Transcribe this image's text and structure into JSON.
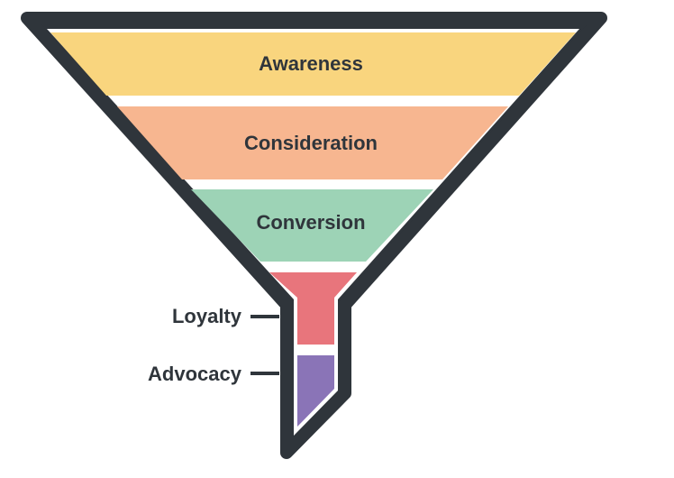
{
  "funnel": {
    "outline_color": "#2f353b",
    "divider_color": "#2f353b",
    "stages": [
      {
        "label": "Awareness",
        "color": "#f9d57e"
      },
      {
        "label": "Consideration",
        "color": "#f7b690"
      },
      {
        "label": "Conversion",
        "color": "#9dd3b6"
      },
      {
        "label": "Loyalty",
        "color": "#e8757c"
      },
      {
        "label": "Advocacy",
        "color": "#8a74b7"
      }
    ]
  }
}
